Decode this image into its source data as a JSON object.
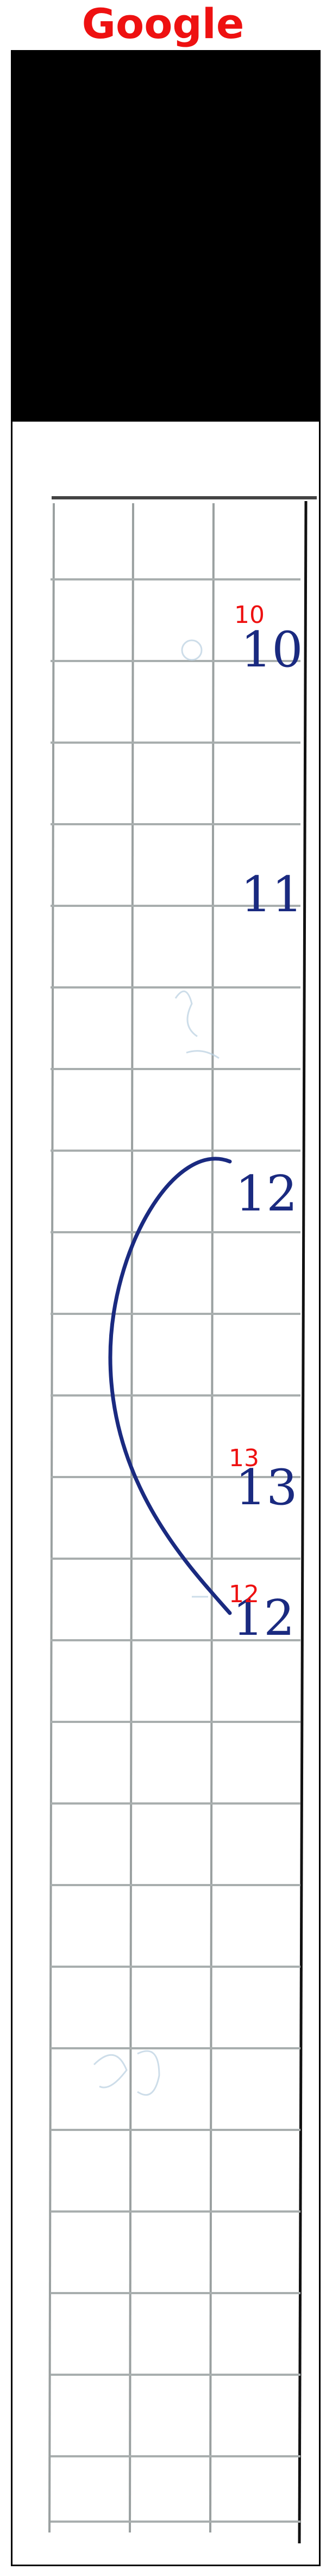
{
  "page": {
    "title": "Google"
  },
  "annotations": [
    {
      "id": "a1",
      "text": "10"
    },
    {
      "id": "a2",
      "text": "13"
    },
    {
      "id": "a3",
      "text": "12"
    }
  ],
  "handwriting": [
    {
      "id": "h1",
      "text": "10"
    },
    {
      "id": "h2",
      "text": "11"
    },
    {
      "id": "h3",
      "text": "12"
    },
    {
      "id": "h4",
      "text": "13"
    },
    {
      "id": "h5",
      "text": "12"
    }
  ],
  "colors": {
    "title": "#ee1111",
    "annotation": "#ee1111",
    "handwriting": "#1a2a80",
    "grid": "#9aa0a0",
    "frame": "#000000"
  }
}
